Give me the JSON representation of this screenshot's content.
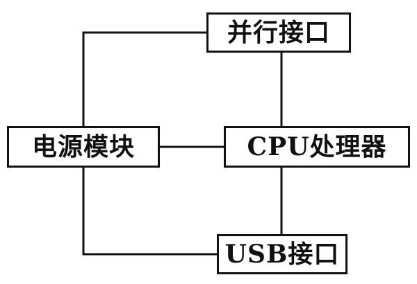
{
  "diagram": {
    "nodes": {
      "parallel_port": "并行接口",
      "power_module": "电源模块",
      "cpu": "CPU处理器",
      "usb_port": "USB接口"
    },
    "edges": [
      {
        "from": "power_module",
        "to": "parallel_port"
      },
      {
        "from": "power_module",
        "to": "cpu"
      },
      {
        "from": "power_module",
        "to": "usb_port"
      },
      {
        "from": "cpu",
        "to": "parallel_port"
      },
      {
        "from": "cpu",
        "to": "usb_port"
      }
    ],
    "colors": {
      "line": "#111111",
      "background": "#ffffff"
    }
  }
}
